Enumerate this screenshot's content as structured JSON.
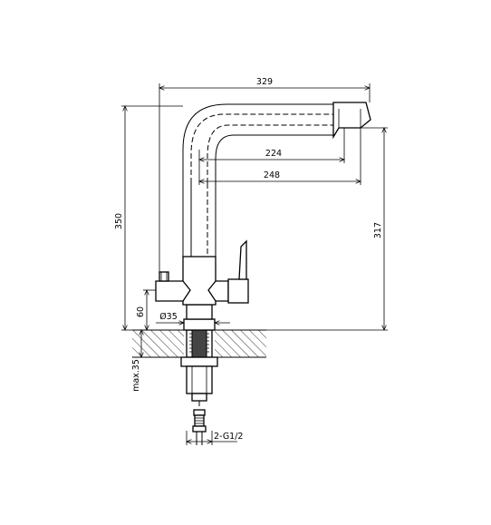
{
  "diagram": {
    "dimensions": {
      "overall_reach": "329",
      "spout_inner_reach": "224",
      "spout_reach": "248",
      "total_height": "350",
      "spout_height": "317",
      "base_height": "60",
      "base_diameter": "Ø35",
      "max_counter_thickness": "max.35",
      "thread_size": "2-G1/2"
    }
  }
}
